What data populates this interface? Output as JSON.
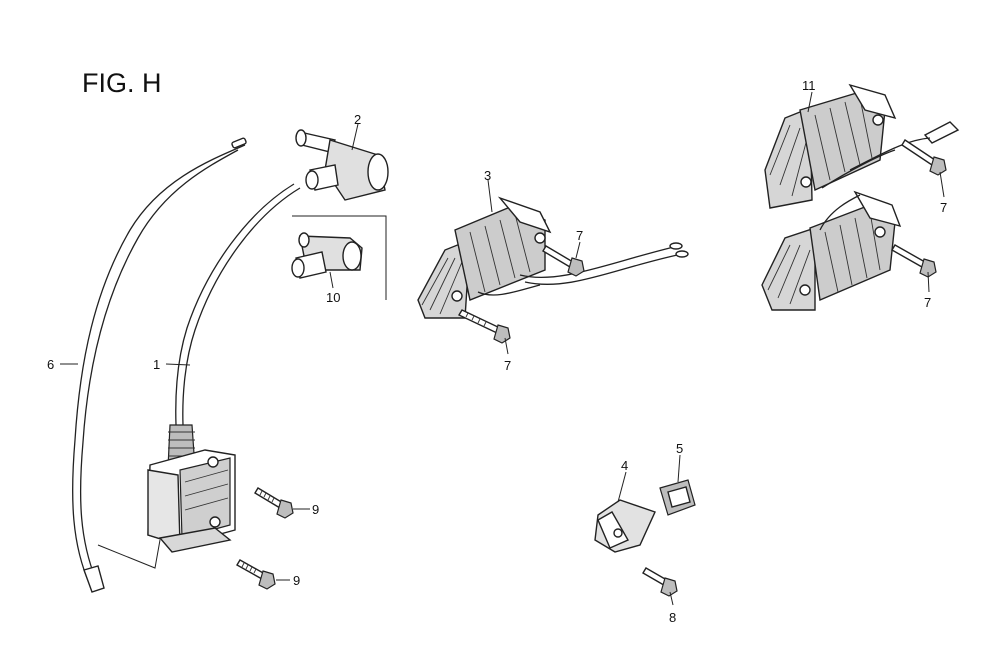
{
  "figure": {
    "title": "FIG. H"
  },
  "callouts": [
    {
      "id": "c1",
      "text": "1"
    },
    {
      "id": "c2",
      "text": "2"
    },
    {
      "id": "c3",
      "text": "3"
    },
    {
      "id": "c4",
      "text": "4"
    },
    {
      "id": "c5",
      "text": "5"
    },
    {
      "id": "c6",
      "text": "6"
    },
    {
      "id": "c7a",
      "text": "7"
    },
    {
      "id": "c7b",
      "text": "7"
    },
    {
      "id": "c7c",
      "text": "7"
    },
    {
      "id": "c7d",
      "text": "7"
    },
    {
      "id": "c8",
      "text": "8"
    },
    {
      "id": "c9a",
      "text": "9"
    },
    {
      "id": "c9b",
      "text": "9"
    },
    {
      "id": "c10",
      "text": "10"
    },
    {
      "id": "c11",
      "text": "11"
    }
  ]
}
